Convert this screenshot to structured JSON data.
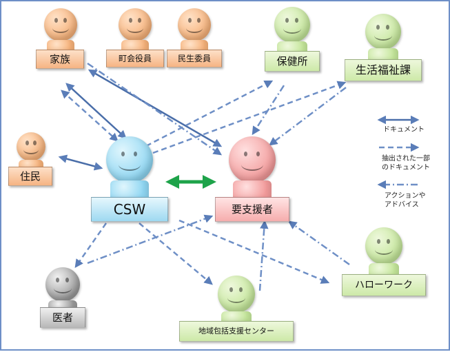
{
  "nodes": {
    "kazoku": {
      "label": "家族"
    },
    "chokai": {
      "label": "町会役員"
    },
    "minsei": {
      "label": "民生委員"
    },
    "hokenjo": {
      "label": "保健所"
    },
    "seikatsu": {
      "label": "生活福祉課"
    },
    "jumin": {
      "label": "住民"
    },
    "csw": {
      "label": "CSW"
    },
    "yoshien": {
      "label": "要支援者"
    },
    "isha": {
      "label": "医者"
    },
    "hellowork": {
      "label": "ハローワーク"
    },
    "chiiki": {
      "label": "地域包括支援センター"
    }
  },
  "legend": {
    "document": "ドキュメント",
    "extracted": "抽出された一部\nのドキュメント",
    "action": "アクションや\nアドバイス"
  },
  "colors": {
    "document_arrow": "#4a6ea9",
    "dashed_arrow": "#6e8fc6",
    "main_arrow": "#1ea34a",
    "frame": "#6d8fc7"
  }
}
